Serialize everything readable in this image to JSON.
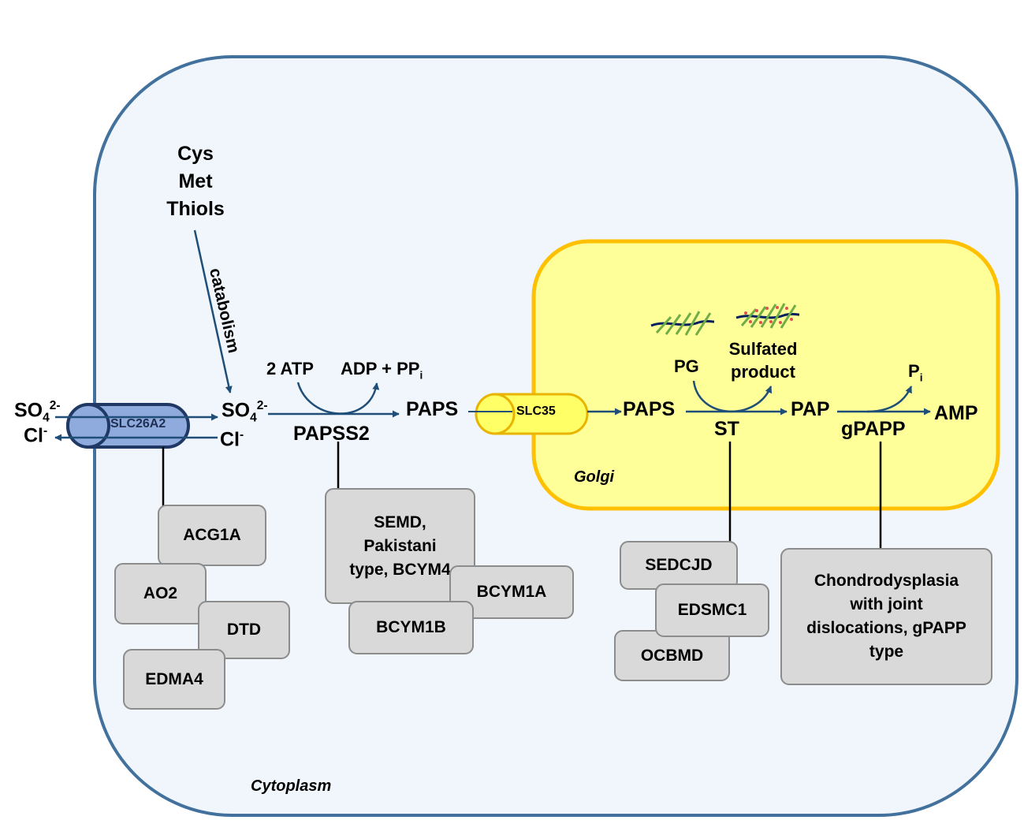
{
  "compartments": {
    "cytoplasm": "Cytoplasm",
    "golgi": "Golgi"
  },
  "sources": {
    "line1": "Cys",
    "line2": "Met",
    "line3": "Thiols",
    "arrow_label": "catabolism"
  },
  "outside": {
    "sulfate": "SO",
    "sulfate_sub": "4",
    "sulfate_sup": "2-",
    "chloride": "Cl",
    "chloride_sup": "-"
  },
  "inside": {
    "sulfate": "SO",
    "sulfate_sub": "4",
    "sulfate_sup": "2-",
    "chloride": "Cl",
    "chloride_sup": "-"
  },
  "transporters": {
    "slc26a2": "SLC26A2",
    "slc35": "SLC35"
  },
  "reaction1": {
    "atp": "2 ATP",
    "products": "ADP + PP",
    "products_sub": "i",
    "enzyme": "PAPSS2",
    "product": "PAPS"
  },
  "golgi_pathway": {
    "paps": "PAPS",
    "pg": "PG",
    "sulfated_line1": "Sulfated",
    "sulfated_line2": "product",
    "enzyme_st": "ST",
    "pap": "PAP",
    "pi": "P",
    "pi_sub": "i",
    "enzyme_gpapp": "gPAPP",
    "amp": "AMP"
  },
  "disorders": {
    "slc26a2": [
      "ACG1A",
      "AO2",
      "DTD",
      "EDMA4"
    ],
    "papss2": [
      "SEMD, Pakistani type, BCYM4",
      "BCYM1A",
      "BCYM1B"
    ],
    "st": [
      "SEDCJD",
      "EDSMC1",
      "OCBMD"
    ],
    "gpapp": [
      "Chondrodysplasia with joint dislocations, gPAPP type"
    ]
  },
  "colors": {
    "cell_border": "#41719c",
    "cell_fill": "#f0f6fc",
    "golgi_border": "#ffc000",
    "golgi_fill": "#ffff99",
    "slc26a2_fill": "#8faadc",
    "slc26a2_border": "#203864",
    "slc35_fill": "#ffff66",
    "slc35_border": "#e8b400",
    "arrow": "#1f4e79",
    "box_fill": "#d9d9d9",
    "box_border": "#8c8c8c",
    "pg_backbone": "#002060",
    "pg_chain": "#70ad47",
    "sulfate_mark": "#e05050"
  },
  "icons": [
    "proteoglycan-icon",
    "sulfated-proteoglycan-icon"
  ]
}
